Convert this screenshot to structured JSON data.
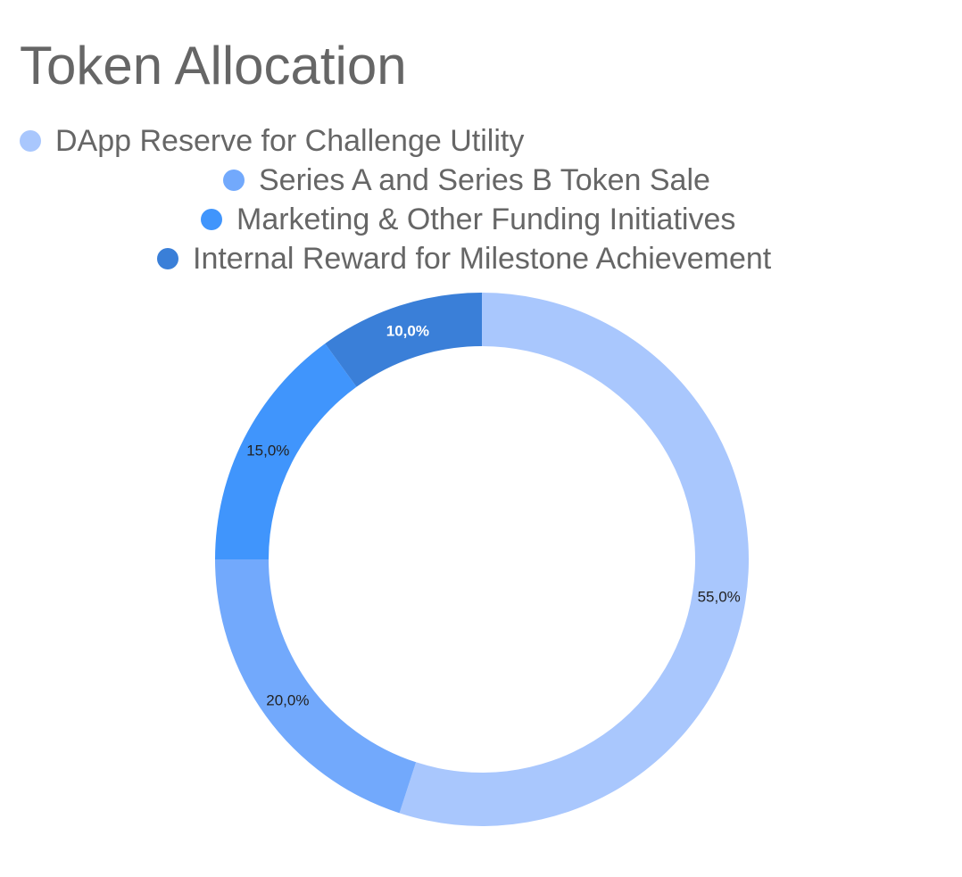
{
  "chart_data": {
    "type": "pie",
    "donut": true,
    "title": "Token Allocation",
    "legend_position": "top",
    "categories": [
      "DApp Reserve for Challenge Utility",
      "Series A and Series B Token Sale",
      "Marketing & Other Funding Initiatives",
      "Internal Reward for Milestone Achievement"
    ],
    "values": [
      55,
      20,
      15,
      10
    ],
    "data_labels": [
      "55,0%",
      "20,0%",
      "15,0%",
      "10,0%"
    ],
    "colors": [
      "#a9c7fd",
      "#72a9fc",
      "#4095fc",
      "#3a7fd8"
    ],
    "label_colors": [
      "#222222",
      "#222222",
      "#222222",
      "#ffffff"
    ]
  }
}
